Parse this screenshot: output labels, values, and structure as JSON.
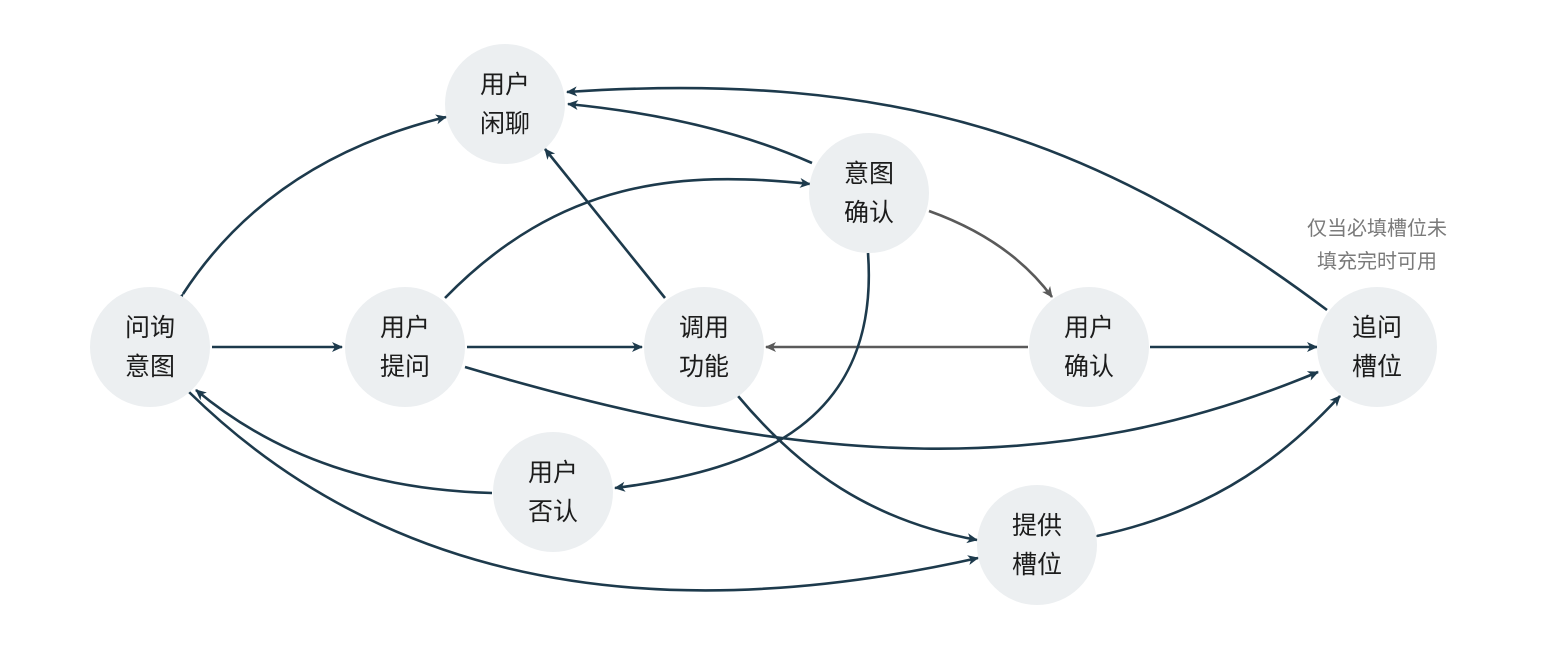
{
  "nodes": {
    "ask_intent": {
      "line1": "问询",
      "line2": "意图"
    },
    "user_question": {
      "line1": "用户",
      "line2": "提问"
    },
    "user_chat": {
      "line1": "用户",
      "line2": "闲聊"
    },
    "call_function": {
      "line1": "调用",
      "line2": "功能"
    },
    "intent_confirm": {
      "line1": "意图",
      "line2": "确认"
    },
    "user_deny": {
      "line1": "用户",
      "line2": "否认"
    },
    "user_confirm": {
      "line1": "用户",
      "line2": "确认"
    },
    "ask_slot": {
      "line1": "追问",
      "line2": "槽位"
    },
    "provide_slot": {
      "line1": "提供",
      "line2": "槽位"
    }
  },
  "note": {
    "line1": "仅当必填槽位未",
    "line2": "填充完时可用"
  },
  "colors": {
    "node_fill": "#eceff1",
    "edge": "#1d3a4c",
    "edge_gray": "#5a5a5a",
    "note_text": "#7a7a7a"
  }
}
